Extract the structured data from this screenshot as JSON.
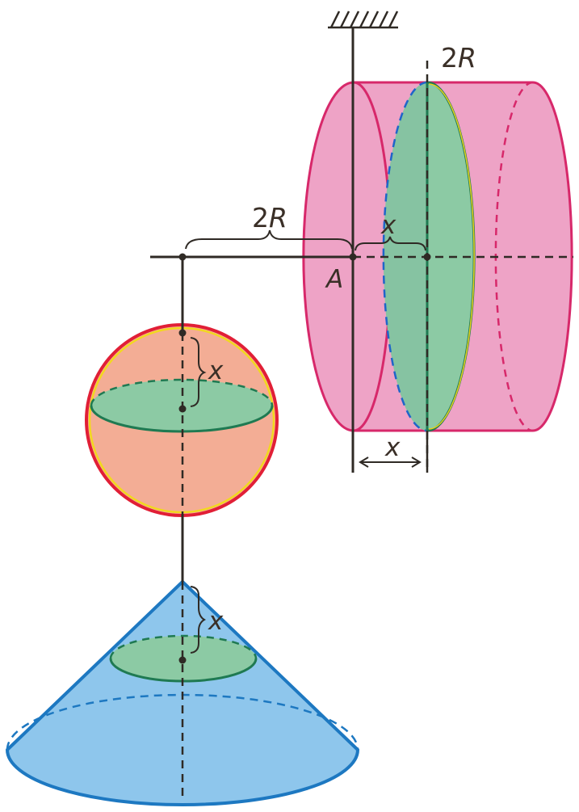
{
  "labels": {
    "top_2r_num": "2",
    "top_2r_var": "R",
    "lever_2r_num": "2",
    "lever_2r_var": "R",
    "point_a": "A",
    "x_cyl_brace": "x",
    "x_cyl_dim": "x",
    "x_sphere": "x",
    "x_cone": "x"
  },
  "colors": {
    "line": "#2f2a25",
    "cylinder_fill": "#eea3c6",
    "cylinder_stroke": "#d7286a",
    "section_fill": "#8ccaa4",
    "section_stroke": "#1f7a52",
    "sphere_fill": "#f3ad95",
    "sphere_stroke": "#e11f36",
    "sphere_rim": "#f2d81e",
    "cone_fill": "#8ec6ec",
    "cone_stroke": "#1d78c1"
  }
}
